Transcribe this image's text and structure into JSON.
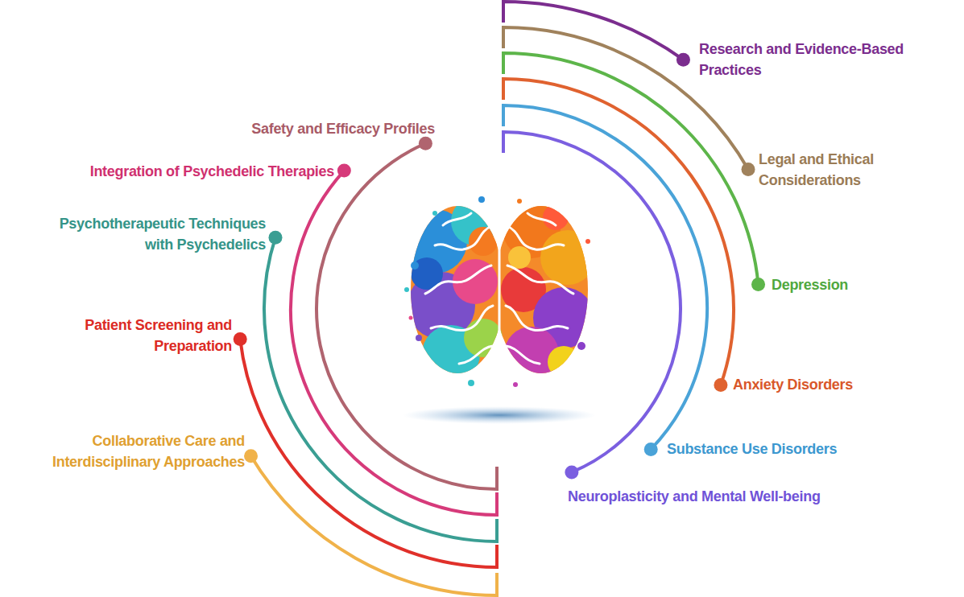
{
  "diagram": {
    "labels": [
      "Research and Evidence-Based Practices",
      "Legal and Ethical Considerations",
      "Depression",
      "Anxiety Disorders",
      "Substance Use Disorders",
      "Neuroplasticity and Mental Well-being",
      "Safety and Efficacy Profiles",
      "Integration of Psychedelic Therapies",
      "Psychotherapeutic Techniques with Psychedelics",
      "Patient Screening and Preparation",
      "Collaborative Care and Interdisciplinary Approaches"
    ]
  }
}
